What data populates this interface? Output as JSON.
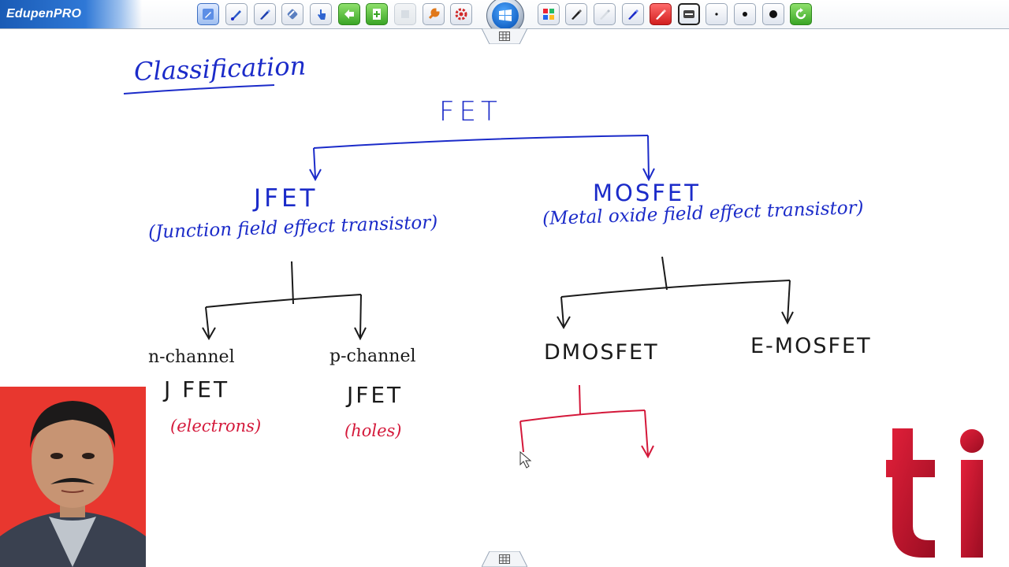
{
  "app": {
    "brand": "EdupenPRO"
  },
  "toolbar": {
    "tools": [
      {
        "name": "pen-select-tool",
        "icon": "pen-icon",
        "left": 0
      },
      {
        "name": "brush-tool",
        "icon": "brush-icon"
      },
      {
        "name": "marker-tool",
        "icon": "marker-icon"
      },
      {
        "name": "eraser-tool",
        "icon": "eraser-icon"
      },
      {
        "name": "pointer-tool",
        "icon": "hand-pointer-icon"
      },
      {
        "name": "previous-page-tool",
        "icon": "arrow-left-icon"
      },
      {
        "name": "add-page-tool",
        "icon": "add-page-icon"
      },
      {
        "name": "next-page-tool",
        "icon": "arrow-right-icon"
      },
      {
        "name": "tools-tool",
        "icon": "wrench-icon"
      },
      {
        "name": "settings-tool",
        "icon": "gear-icon"
      }
    ],
    "right_tools": [
      {
        "name": "color-palette-tool",
        "icon": "palette-icon"
      },
      {
        "name": "black-pen-tool",
        "icon": "pen-black-icon"
      },
      {
        "name": "highlighter-tool",
        "icon": "highlighter-icon"
      },
      {
        "name": "blue-pen-tool",
        "icon": "pen-blue-icon"
      },
      {
        "name": "red-pen-tool",
        "icon": "pen-red-icon"
      },
      {
        "name": "stroke-width-tool",
        "icon": "line-width-icon"
      },
      {
        "name": "dot-small-tool",
        "icon": "dot-small-icon"
      },
      {
        "name": "dot-medium-tool",
        "icon": "dot-medium-icon"
      },
      {
        "name": "dot-large-tool",
        "icon": "dot-large-icon"
      },
      {
        "name": "refresh-tool",
        "icon": "refresh-icon"
      }
    ]
  },
  "board": {
    "title": "Classification",
    "root": "FET",
    "left_branch": {
      "name": "JFET",
      "full_name": "(Junction field effect transistor)",
      "children": [
        {
          "line1": "n-channel",
          "line2": "J FET",
          "carrier": "(electrons)"
        },
        {
          "line1": "p-channel",
          "line2": "JFET",
          "carrier": "(holes)"
        }
      ]
    },
    "right_branch": {
      "name": "MOSFET",
      "full_name": "(Metal oxide field effect transistor)",
      "children": [
        {
          "name": "DMOSFET"
        },
        {
          "name": "E-MOSFET"
        }
      ]
    }
  },
  "colors": {
    "ink_blue": "#1b2bc9",
    "ink_black": "#1a1a1a",
    "ink_red": "#d4183a",
    "logo_red": "#c8102e",
    "presenter_bg": "#e8372f"
  }
}
